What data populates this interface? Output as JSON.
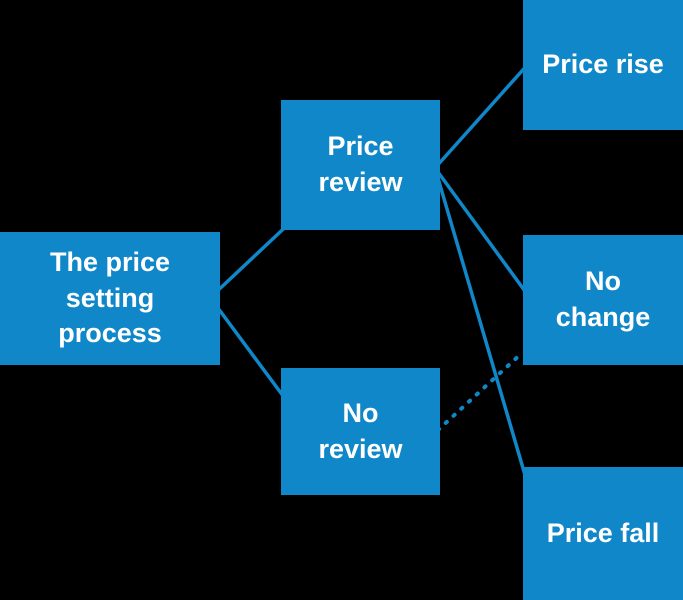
{
  "diagram": {
    "title": "The price setting process",
    "accent_color": "#0f87c8",
    "background_color": "#000000",
    "text_color": "#ffffff",
    "nodes": [
      {
        "id": "root",
        "label": "The price\nsetting\nprocess"
      },
      {
        "id": "price-review",
        "label": "Price\nreview"
      },
      {
        "id": "no-review",
        "label": "No\nreview"
      },
      {
        "id": "price-rise",
        "label": "Price rise"
      },
      {
        "id": "no-change",
        "label": "No\nchange"
      },
      {
        "id": "price-fall",
        "label": "Price fall"
      }
    ],
    "edges": [
      {
        "from": "root",
        "to": "price-review",
        "style": "solid"
      },
      {
        "from": "root",
        "to": "no-review",
        "style": "solid"
      },
      {
        "from": "price-review",
        "to": "price-rise",
        "style": "solid"
      },
      {
        "from": "price-review",
        "to": "no-change",
        "style": "solid"
      },
      {
        "from": "price-review",
        "to": "price-fall",
        "style": "solid"
      },
      {
        "from": "no-review",
        "to": "no-change",
        "style": "dotted"
      }
    ]
  }
}
